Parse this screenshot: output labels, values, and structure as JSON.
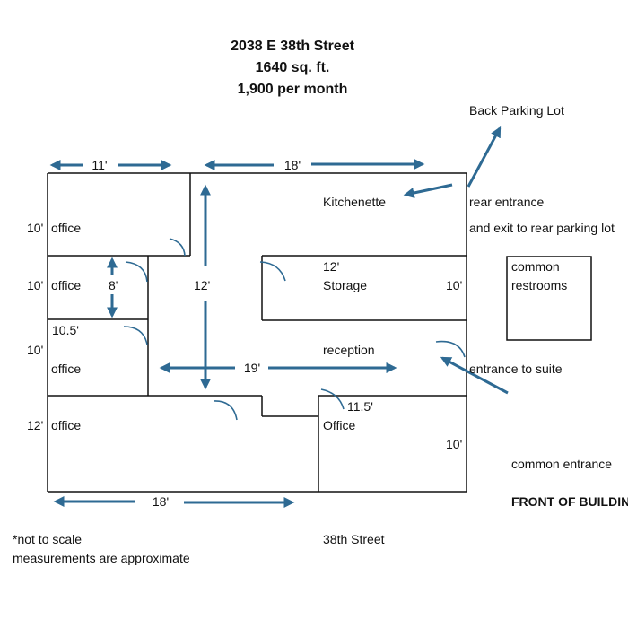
{
  "header": {
    "address": "2038 E 38th Street",
    "area": "1640 sq. ft.",
    "price": "1,900 per month"
  },
  "labels": {
    "back_parking_lot": "Back Parking Lot",
    "kitchenette": "Kitchenette",
    "rear_entrance": "rear entrance",
    "rear_exit": "and exit to rear parking lot",
    "office_1": "office",
    "office_2": "office",
    "office_3": "office",
    "office_4": "office",
    "office_5": "Office",
    "storage": "Storage",
    "reception": "reception",
    "common_restrooms_1": "common",
    "common_restrooms_2": "restrooms",
    "entrance_to_suite": "entrance to suite",
    "common_entrance": "common entrance",
    "front_of_building": "FRONT OF BUILDIN",
    "street": "38th Street",
    "note_1": "*not to scale",
    "note_2": "measurements are approximate"
  },
  "dimensions": {
    "top_left_width": "11'",
    "top_right_width": "18'",
    "office1_height": "10'",
    "office2_height": "10'",
    "office2_width": "8'",
    "hall_length": "12'",
    "storage_width": "12'",
    "storage_height": "10'",
    "office3_height": "10'",
    "office3_width": "10.5'",
    "reception_width": "19'",
    "office4_height": "12'",
    "office5_width": "11.5'",
    "office5_height": "10'",
    "bottom_width": "18'"
  },
  "colors": {
    "arrow": "#2e6a93",
    "wall": "#111111"
  }
}
